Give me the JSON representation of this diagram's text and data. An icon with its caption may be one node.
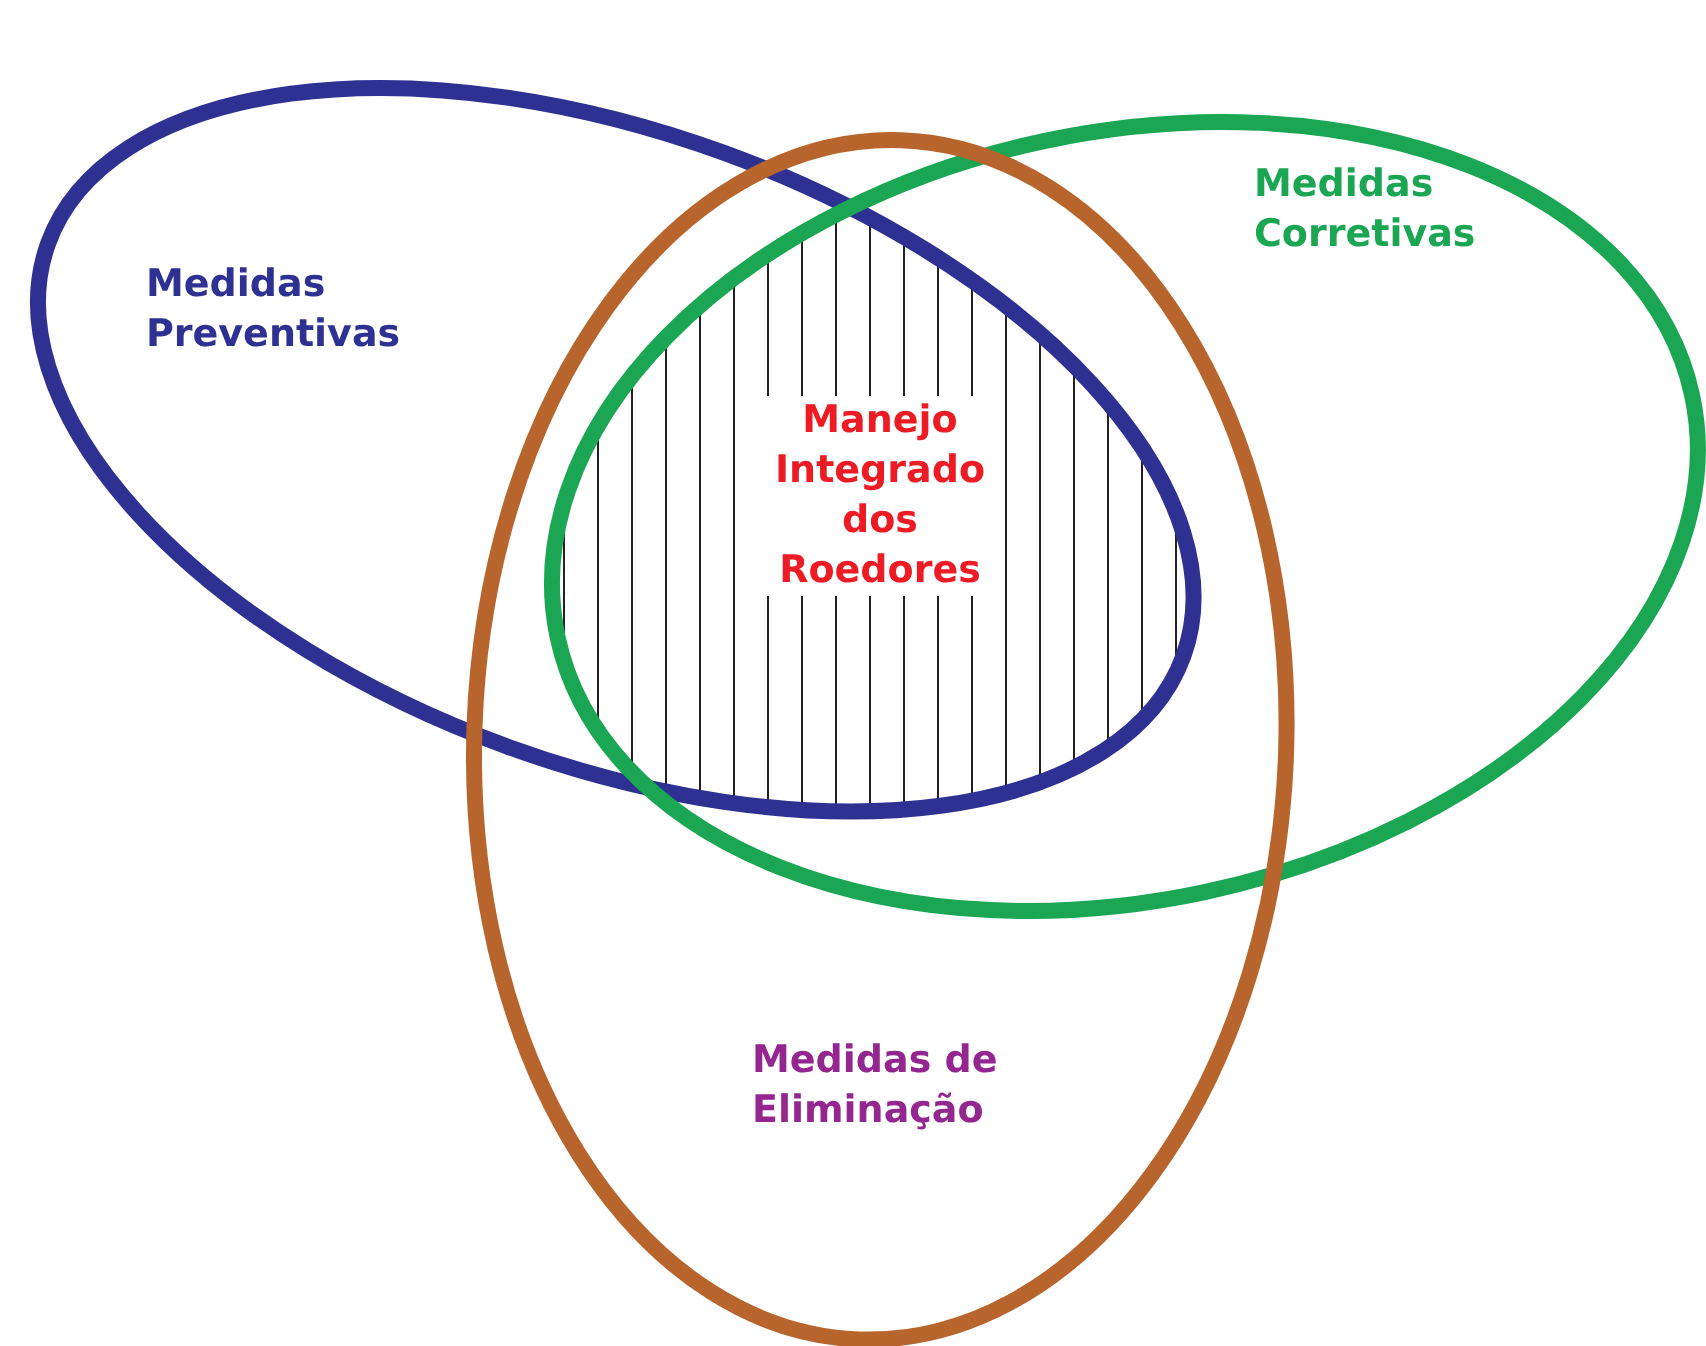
{
  "diagram": {
    "nodes": [
      {
        "text": [
          "Medidas Preventivas"
        ]
      },
      {
        "text": [
          "Medidas Corretivas"
        ]
      },
      {
        "text": [
          "Medidas de Eliminação"
        ]
      },
      {
        "text": [
          "Manejo Integrado dos Roedores"
        ]
      }
    ]
  }
}
